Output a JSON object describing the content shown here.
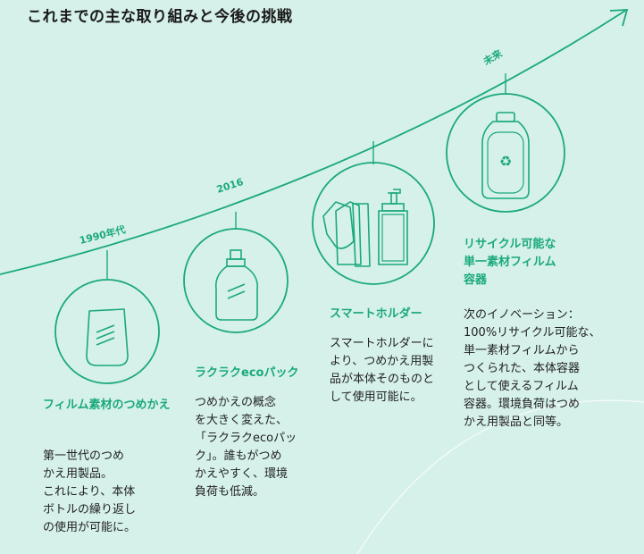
{
  "title": "これまでの主な取り組みと今後の挑戦",
  "timeline": {
    "labels": [
      "1990年代",
      "2016",
      "未来"
    ]
  },
  "items": [
    {
      "heading": "フィルム素材のつめかえ",
      "description": "第一世代のつめ\nかえ用製品。\nこれにより、本体\nボトルの繰り返し\nの使用が可能に。"
    },
    {
      "heading": "ラクラクecoパック",
      "description": "つめかえの概念\nを大きく変えた、\n「ラクラクecoパッ\nク」。誰もがつめ\nかえやすく、環境\n負荷も低減。"
    },
    {
      "heading": "スマートホルダー",
      "description": "スマートホルダーに\nより、つめかえ用製\n品が本体そのものと\nして使用可能に。"
    },
    {
      "heading": "リサイクル可能な\n単一素材フィルム\n容器",
      "description": "次のイノベーション：\n100%リサイクル可能な、\n単一素材フィルムから\nつくられた、本体容器\nとして使えるフィルム\n容器。環境負荷はつめ\nかえ用製品と同等。"
    }
  ],
  "colors": {
    "accent": "#1aa87c",
    "background": "#d6f1ea"
  }
}
